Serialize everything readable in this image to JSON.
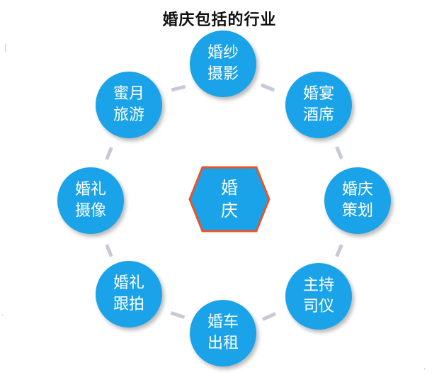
{
  "title": "婚庆包括的行业",
  "center": {
    "line1": "婚",
    "line2": "庆"
  },
  "nodes": [
    {
      "line1": "婚纱",
      "line2": "摄影"
    },
    {
      "line1": "婚宴",
      "line2": "酒席"
    },
    {
      "line1": "婚庆",
      "line2": "策划"
    },
    {
      "line1": "主持",
      "line2": "司仪"
    },
    {
      "line1": "婚车",
      "line2": "出租"
    },
    {
      "line1": "婚礼",
      "line2": "跟拍"
    },
    {
      "line1": "婚礼",
      "line2": "摄像"
    },
    {
      "line1": "蜜月",
      "line2": "旅游"
    }
  ],
  "colors": {
    "node_fill": "#1aa3e8",
    "center_fill": "#1aa3e8",
    "center_border": "#e8542a",
    "connector": "#c7c9d3"
  }
}
